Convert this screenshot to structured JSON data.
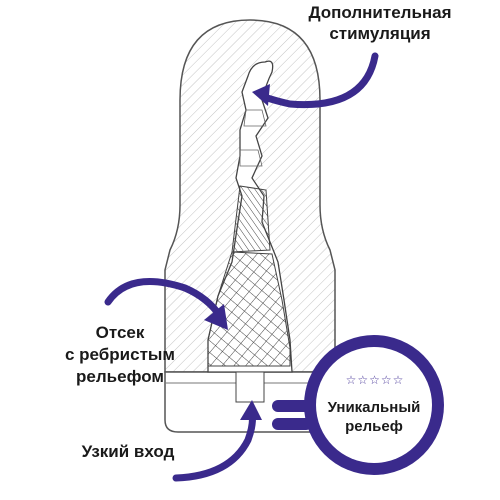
{
  "labels": {
    "top_line1": "Дополнительная",
    "top_line2": "стимуляция",
    "ribbed_line1": "Отсек",
    "ribbed_line2": "с ребристым",
    "ribbed_line3": "рельефом",
    "entry": "Узкий вход"
  },
  "badge": {
    "stars": "☆☆☆☆☆",
    "line1": "Уникальный",
    "line2": "рельеф"
  },
  "colors": {
    "accent": "#3a2a8c",
    "outline": "#555555",
    "hatch": "#bdbdbd",
    "text": "#1a1a1a"
  }
}
